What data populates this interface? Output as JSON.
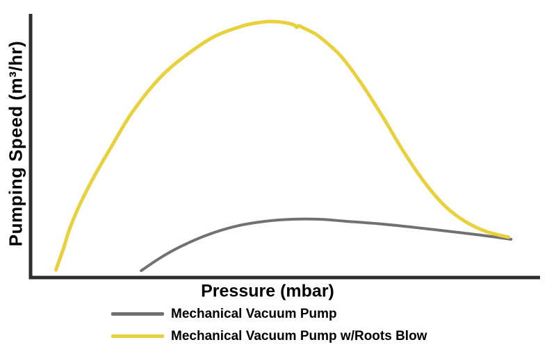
{
  "chart_data": {
    "type": "line",
    "title": "",
    "xlabel": "Pressure (mbar)",
    "ylabel": "Pumping Speed (m³/hr)",
    "x_tick_labels": [],
    "y_tick_labels": [],
    "grid": false,
    "legend_position": "bottom-left",
    "axis_color": "#2e2e2e",
    "axis_note": "qualitative curves, no numeric tick labels shown; point coords are percent of plot area (x: relative pressure, y: relative pumping speed)",
    "series": [
      {
        "name": "Mechanical Vacuum Pump",
        "color": "#717174",
        "stroke_width": 4,
        "points": [
          [
            21.5,
            2.6
          ],
          [
            25.2,
            7.4
          ],
          [
            29.3,
            11.8
          ],
          [
            34.7,
            16.3
          ],
          [
            40.2,
            19.5
          ],
          [
            45.7,
            21.3
          ],
          [
            51.2,
            22.1
          ],
          [
            56.6,
            22.1
          ],
          [
            62.1,
            21.3
          ],
          [
            68.9,
            20.3
          ],
          [
            75.8,
            18.9
          ],
          [
            82.6,
            17.4
          ],
          [
            89.5,
            15.8
          ],
          [
            94.3,
            14.5
          ]
        ]
      },
      {
        "name": "Mechanical Vacuum Pump w/Roots Blow",
        "color": "#e8d13d",
        "stroke_width": 5,
        "points": [
          [
            4.7,
            2.9
          ],
          [
            6.2,
            11.0
          ],
          [
            7.4,
            18.4
          ],
          [
            9.4,
            27.6
          ],
          [
            12.2,
            38.2
          ],
          [
            15.6,
            49.5
          ],
          [
            19.7,
            62.6
          ],
          [
            25.2,
            75.8
          ],
          [
            30.6,
            84.7
          ],
          [
            36.1,
            91.6
          ],
          [
            41.6,
            95.5
          ],
          [
            45.0,
            96.8
          ],
          [
            47.1,
            97.1
          ],
          [
            49.0,
            96.9
          ],
          [
            50.5,
            96.4
          ],
          [
            51.6,
            95.8
          ],
          [
            52.1,
            94.9
          ],
          [
            52.5,
            95.5
          ],
          [
            53.4,
            94.7
          ],
          [
            55.0,
            93.2
          ],
          [
            56.6,
            91.3
          ],
          [
            60.7,
            84.2
          ],
          [
            64.8,
            73.7
          ],
          [
            69.0,
            61.1
          ],
          [
            73.1,
            47.9
          ],
          [
            77.2,
            36.3
          ],
          [
            81.3,
            27.1
          ],
          [
            85.4,
            21.1
          ],
          [
            89.5,
            17.4
          ],
          [
            93.8,
            15.3
          ]
        ]
      }
    ]
  },
  "legend": {
    "items": [
      {
        "label": "Mechanical Vacuum Pump"
      },
      {
        "label": "Mechanical Vacuum Pump w/Roots Blow"
      }
    ]
  }
}
